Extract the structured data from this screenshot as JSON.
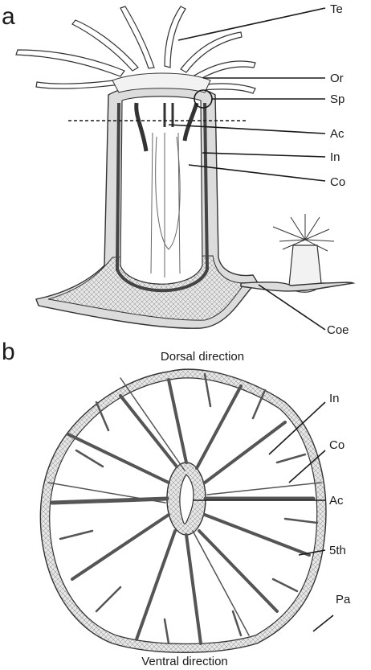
{
  "panels": {
    "a": {
      "letter": "a",
      "labels": [
        "Te",
        "Or",
        "Sp",
        "Ac",
        "In",
        "Co",
        "Coe"
      ]
    },
    "b": {
      "letter": "b",
      "top_direction": "Dorsal direction",
      "bottom_direction": "Ventral direction",
      "labels": [
        "In",
        "Co",
        "Ac",
        "5th",
        "Pa"
      ]
    }
  },
  "colors": {
    "line": "#1a1a1a",
    "tissue": "#dcdcdc",
    "mesentery": "#555555"
  }
}
